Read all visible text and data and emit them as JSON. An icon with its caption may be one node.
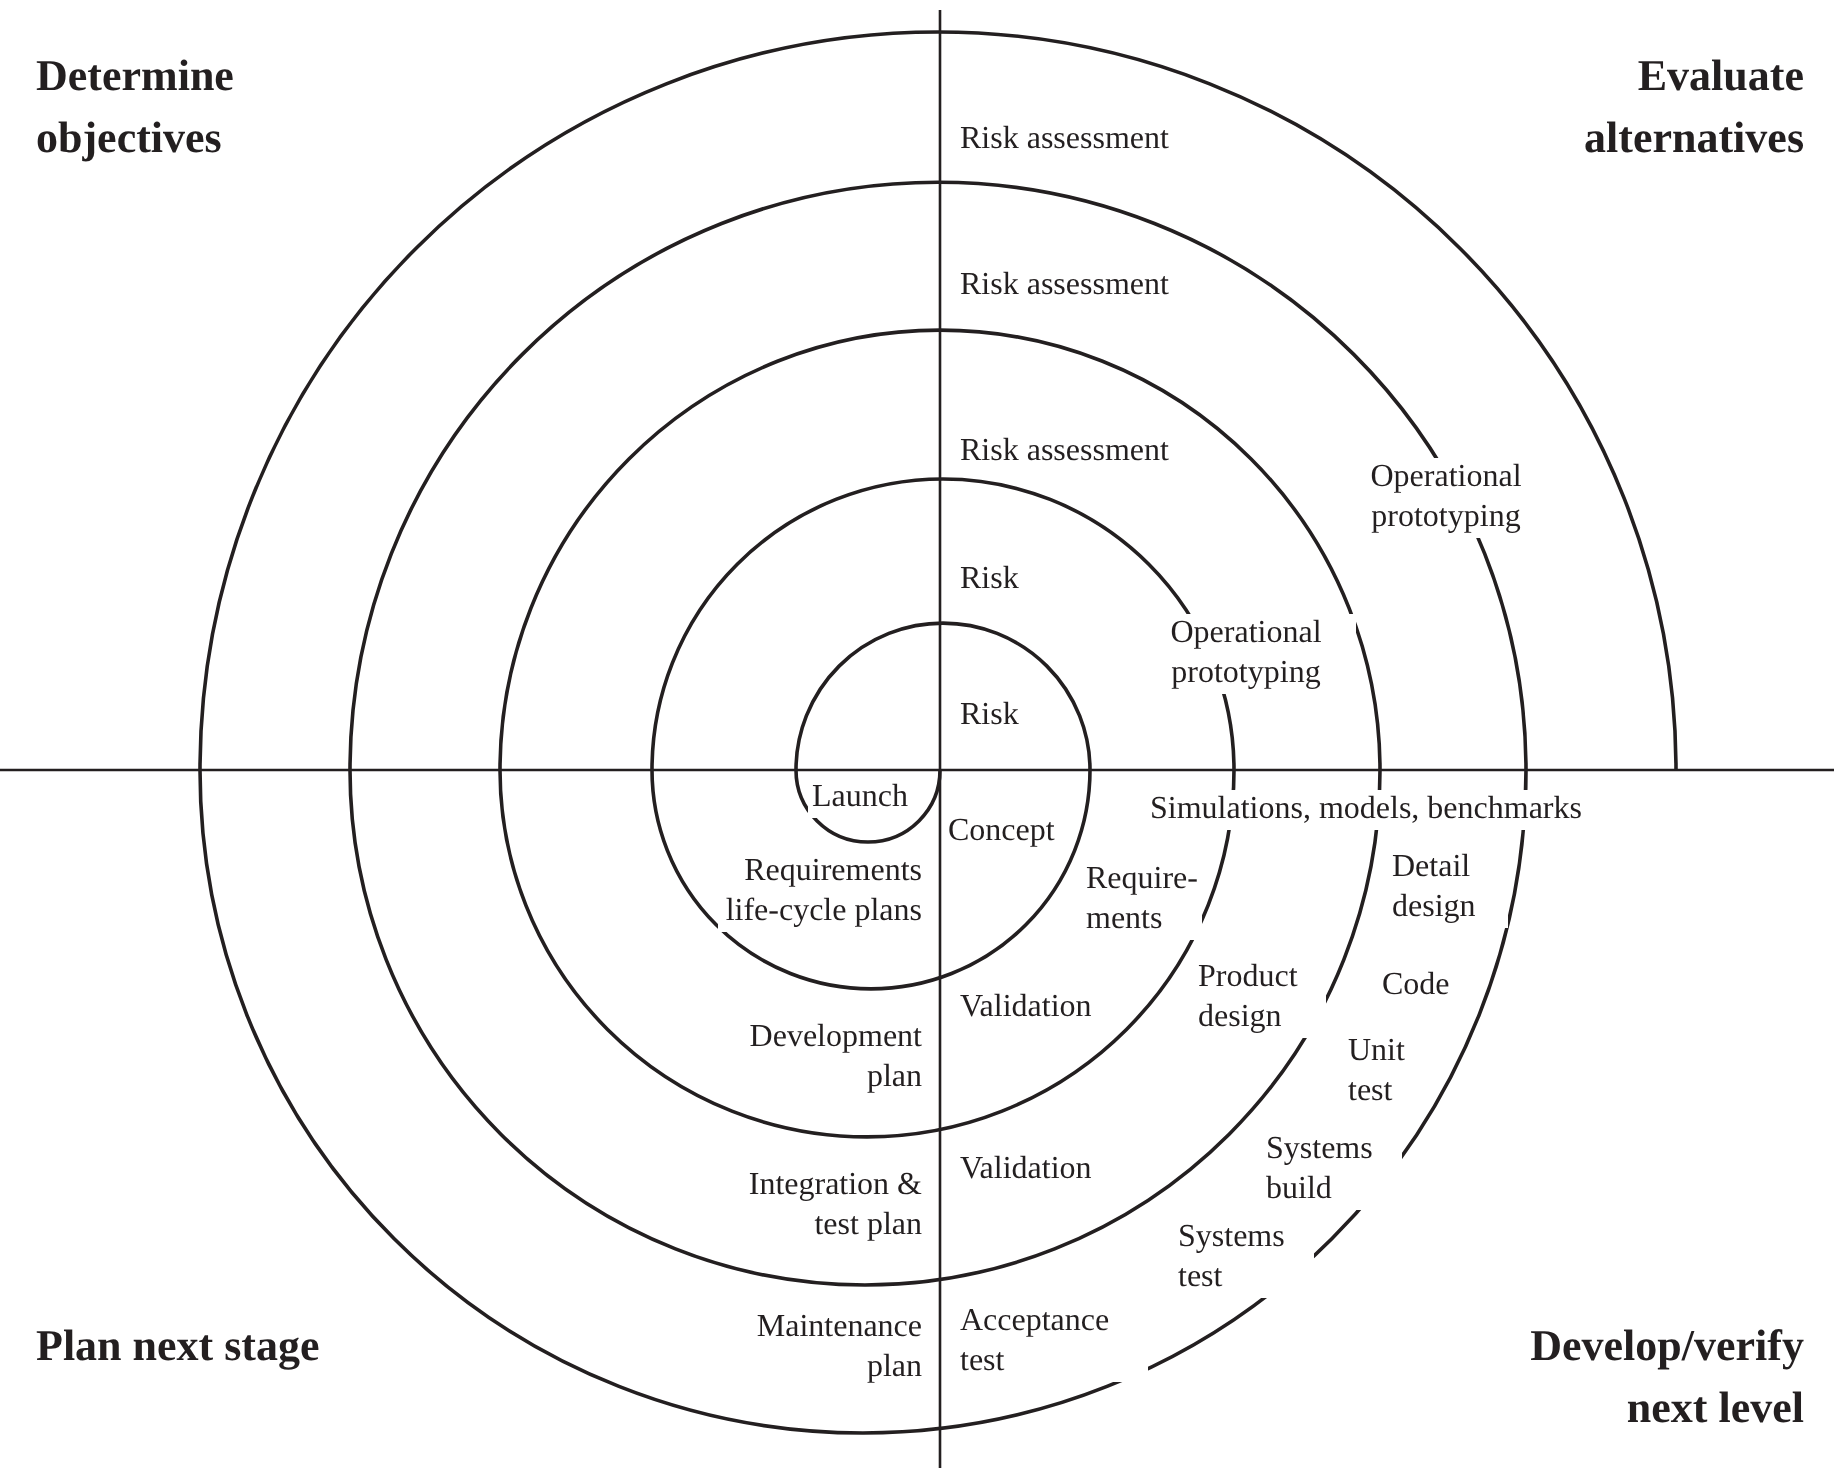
{
  "diagram": {
    "labels": [
      "Determine objectives",
      "Evaluate alternatives",
      "Risk assessment",
      "Risk assessment",
      "Risk assessment",
      "Operational prototyping",
      "Risk",
      "Operational prototyping",
      "Risk",
      "Launch",
      "Concept",
      "Simulations, models, benchmarks",
      "Requirements life-cycle plans",
      "Require- ments",
      "Detail design",
      "Validation",
      "Product design",
      "Code",
      "Development plan",
      "Unit test",
      "Integration & test plan",
      "Validation",
      "Systems build",
      "Systems test",
      "Maintenance plan",
      "Acceptance test",
      "Plan next stage",
      "Develop/verify next level"
    ]
  }
}
